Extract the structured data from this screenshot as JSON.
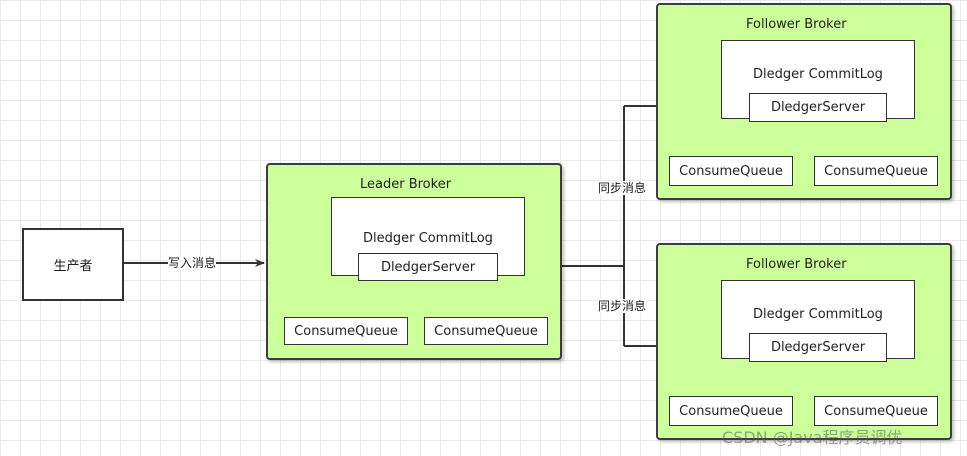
{
  "producer": {
    "label": "生产者"
  },
  "edges": {
    "write_label": "写入消息",
    "sync_label_1": "同步消息",
    "sync_label_2": "同步消息"
  },
  "leader": {
    "title": "Leader Broker",
    "commitlog": "Dledger CommitLog",
    "server": "DledgerServer",
    "queues": [
      "ConsumeQueue",
      "ConsumeQueue"
    ]
  },
  "followers": [
    {
      "title": "Follower Broker",
      "commitlog": "Dledger CommitLog",
      "server": "DledgerServer",
      "queues": [
        "ConsumeQueue",
        "ConsumeQueue"
      ]
    },
    {
      "title": "Follower Broker",
      "commitlog": "Dledger CommitLog",
      "server": "DledgerServer",
      "queues": [
        "ConsumeQueue",
        "ConsumeQueue"
      ]
    }
  ],
  "watermark": "CSDN @Java程序员调优",
  "colors": {
    "broker_fill": "#ccff99",
    "stroke": "#333333"
  }
}
